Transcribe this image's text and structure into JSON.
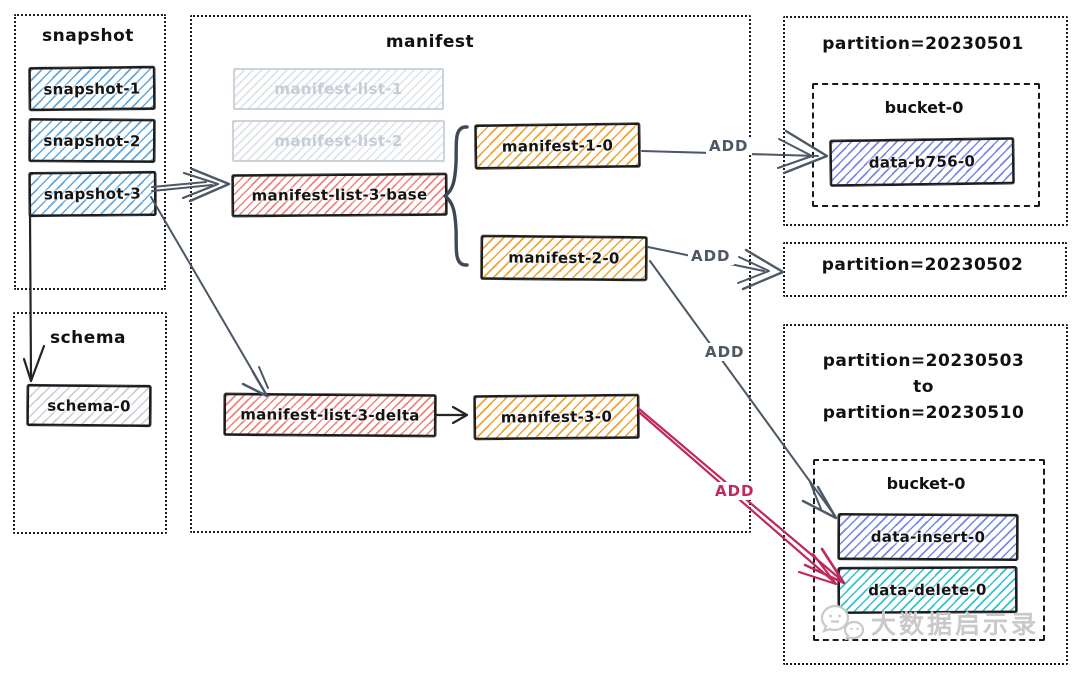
{
  "colors": {
    "snapshot_fill": "#5fa8e0",
    "data_file_fill": "#7a87e6",
    "delete_file_fill": "#2fc3d2",
    "manifest_fill": "#f0a232",
    "manifest_list_fill": "#f0837c",
    "schema_fill": "#c9cfd6",
    "faded_fill": "#dfe4e9",
    "arrow_gray": "#4d5866",
    "arrow_crimson": "#c0295e",
    "border_dark": "#1b1b1b"
  },
  "snapshot_group": {
    "title": "snapshot",
    "nodes": [
      {
        "label": "snapshot-1"
      },
      {
        "label": "snapshot-2"
      },
      {
        "label": "snapshot-3"
      }
    ]
  },
  "schema_group": {
    "title": "schema",
    "node": {
      "label": "schema-0"
    }
  },
  "manifest_group": {
    "title": "manifest",
    "faded_lists": [
      {
        "label": "manifest-list-1"
      },
      {
        "label": "manifest-list-2"
      }
    ],
    "list_base": {
      "label": "manifest-list-3-base"
    },
    "list_delta": {
      "label": "manifest-list-3-delta"
    },
    "manifests": [
      {
        "label": "manifest-1-0"
      },
      {
        "label": "manifest-2-0"
      },
      {
        "label": "manifest-3-0"
      }
    ]
  },
  "partitions": [
    {
      "title": "partition=20230501",
      "bucket": {
        "title": "bucket-0",
        "files": [
          {
            "label": "data-b756-0"
          }
        ]
      }
    },
    {
      "title": "partition=20230502"
    },
    {
      "title_lines": [
        "partition=20230503",
        "to",
        "partition=20230510"
      ],
      "bucket": {
        "title": "bucket-0",
        "files": [
          {
            "label": "data-insert-0"
          },
          {
            "label": "data-delete-0"
          }
        ]
      }
    }
  ],
  "edges": [
    {
      "label": "ADD",
      "from": "manifest-1-0",
      "to": "data-b756-0",
      "color": "#4d5866"
    },
    {
      "label": "ADD",
      "from": "manifest-2-0",
      "to": "partition=20230502",
      "color": "#4d5866"
    },
    {
      "label": "ADD",
      "from": "manifest-2-0",
      "to": "data-insert-0",
      "color": "#4d5866"
    },
    {
      "label": "ADD",
      "from": "manifest-3-0",
      "to": "data-delete-0",
      "color": "#c0295e"
    },
    {
      "label": "",
      "from": "snapshot-3",
      "to": "manifest-list-3-base",
      "color": "#4d5866"
    },
    {
      "label": "",
      "from": "snapshot-3",
      "to": "manifest-list-3-delta",
      "color": "#4d5866"
    },
    {
      "label": "",
      "from": "snapshot-3",
      "to": "schema-0",
      "color": "#222222"
    },
    {
      "label": "",
      "from": "manifest-list-3-delta",
      "to": "manifest-3-0",
      "color": "#222222"
    }
  ],
  "watermark": {
    "text": "大数据启示录"
  }
}
